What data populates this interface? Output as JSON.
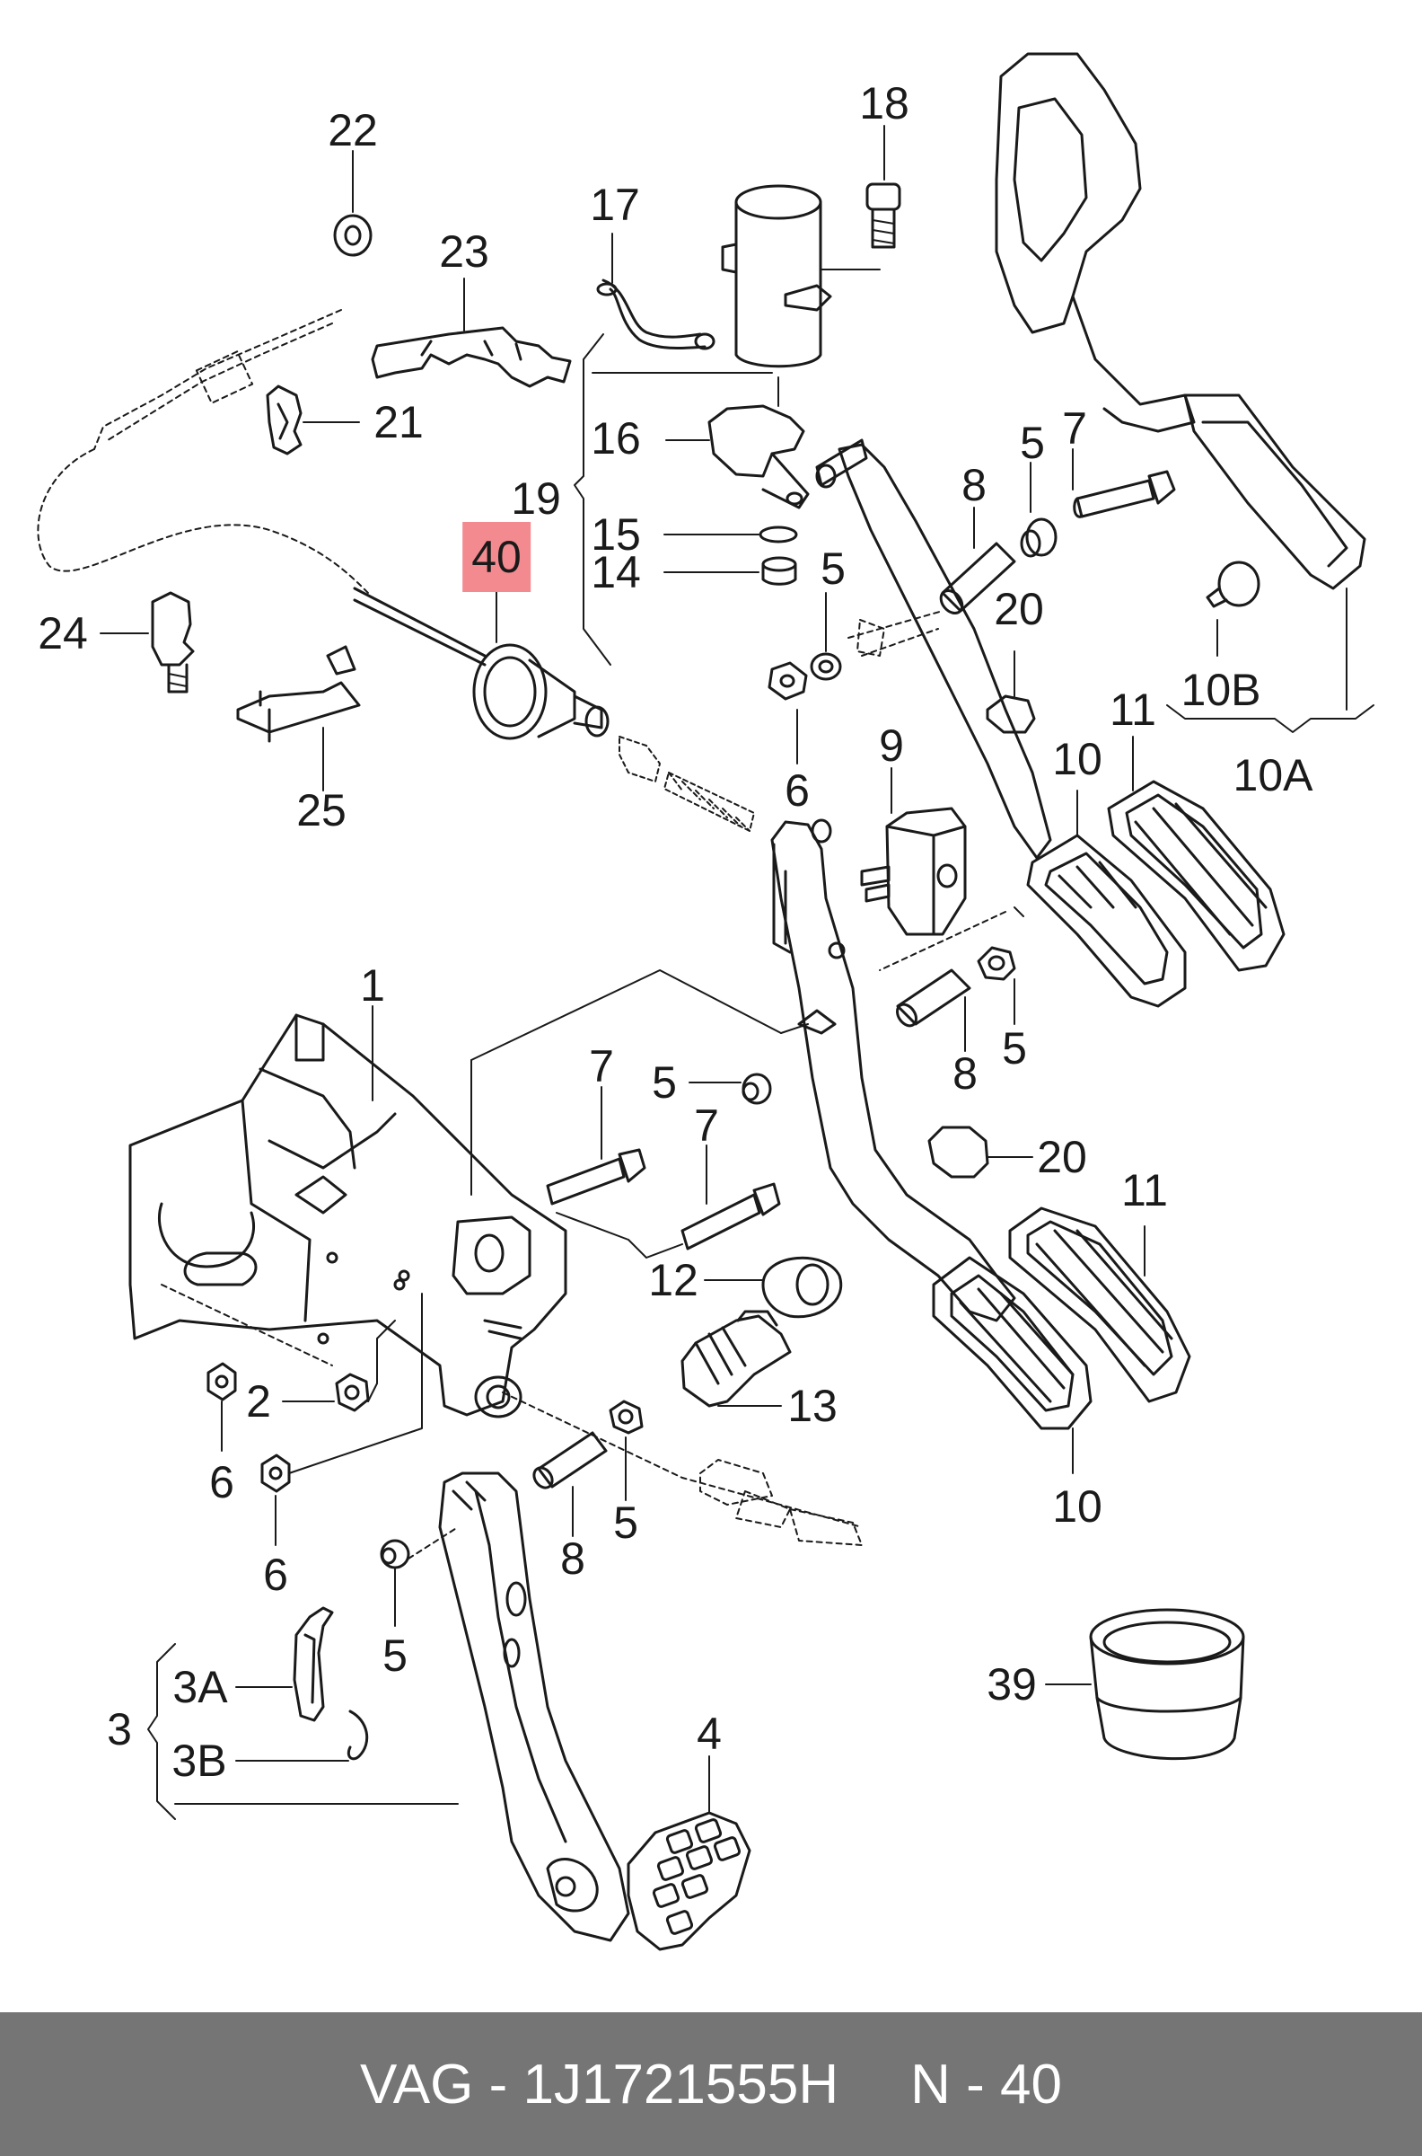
{
  "diagram": {
    "callouts": [
      {
        "id": "22",
        "text": "22"
      },
      {
        "id": "23",
        "text": "23"
      },
      {
        "id": "21",
        "text": "21"
      },
      {
        "id": "17",
        "text": "17"
      },
      {
        "id": "18",
        "text": "18"
      },
      {
        "id": "16",
        "text": "16"
      },
      {
        "id": "19",
        "text": "19"
      },
      {
        "id": "15",
        "text": "15"
      },
      {
        "id": "14",
        "text": "14"
      },
      {
        "id": "40",
        "text": "40"
      },
      {
        "id": "24",
        "text": "24"
      },
      {
        "id": "25",
        "text": "25"
      },
      {
        "id": "8a",
        "text": "8"
      },
      {
        "id": "5a",
        "text": "5"
      },
      {
        "id": "7a",
        "text": "7"
      },
      {
        "id": "5b",
        "text": "5"
      },
      {
        "id": "6a",
        "text": "6"
      },
      {
        "id": "20a",
        "text": "20"
      },
      {
        "id": "10B",
        "text": "10B"
      },
      {
        "id": "11a",
        "text": "11"
      },
      {
        "id": "10a",
        "text": "10"
      },
      {
        "id": "10A",
        "text": "10A"
      },
      {
        "id": "9",
        "text": "9"
      },
      {
        "id": "1",
        "text": "1"
      },
      {
        "id": "8b",
        "text": "8"
      },
      {
        "id": "5c",
        "text": "5"
      },
      {
        "id": "7b",
        "text": "7"
      },
      {
        "id": "5d",
        "text": "5"
      },
      {
        "id": "7c",
        "text": "7"
      },
      {
        "id": "20b",
        "text": "20"
      },
      {
        "id": "11b",
        "text": "11"
      },
      {
        "id": "12",
        "text": "12"
      },
      {
        "id": "13",
        "text": "13"
      },
      {
        "id": "2",
        "text": "2"
      },
      {
        "id": "6b",
        "text": "6"
      },
      {
        "id": "6c",
        "text": "6"
      },
      {
        "id": "8c",
        "text": "8"
      },
      {
        "id": "5e",
        "text": "5"
      },
      {
        "id": "10b",
        "text": "10"
      },
      {
        "id": "5f",
        "text": "5"
      },
      {
        "id": "39",
        "text": "39"
      },
      {
        "id": "3A",
        "text": "3A"
      },
      {
        "id": "3",
        "text": "3"
      },
      {
        "id": "3B",
        "text": "3B"
      },
      {
        "id": "4",
        "text": "4"
      }
    ],
    "highlight_color": "#f38a8f"
  },
  "footer": {
    "brand": "VAG - 1J1721555H",
    "position": "N - 40",
    "background": "#757575"
  }
}
